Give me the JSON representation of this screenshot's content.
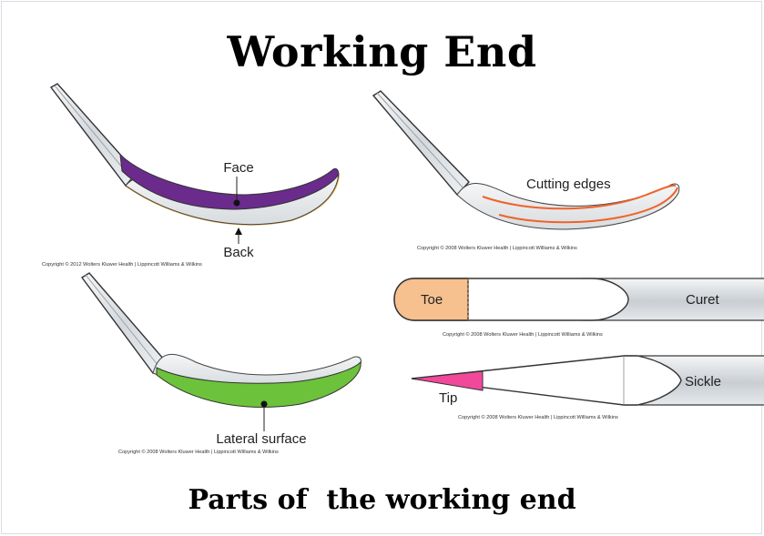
{
  "title": "Working End",
  "subtitle": "Parts of  the working end",
  "panels": {
    "face_back": {
      "face_label": "Face",
      "back_label": "Back",
      "copyright": "Copyright © 2012 Wolters Kluwer Health | Lippincott Williams & Wilkins"
    },
    "cutting_edges": {
      "label": "Cutting edges",
      "copyright": "Copyright © 2008 Wolters Kluwer Health | Lippincott Williams & Wilkins"
    },
    "lateral_surface": {
      "label": "Lateral surface",
      "copyright": "Copyright © 2008 Wolters Kluwer Health | Lippincott Williams & Wilkins"
    },
    "curet": {
      "toe_label": "Toe",
      "curet_label": "Curet",
      "copyright": "Copyright © 2008 Wolters Kluwer Health | Lippincott Williams & Wilkins"
    },
    "sickle": {
      "tip_label": "Tip",
      "sickle_label": "Sickle",
      "copyright": "Copyright © 2008 Wolters Kluwer Health | Lippincott Williams & Wilkins"
    }
  },
  "colors": {
    "face": "#6a2b8c",
    "back": "#e8a637",
    "cutting_edges": "#f0622a",
    "lateral_surface": "#6cc23a",
    "toe": "#f6c08f",
    "tip": "#f2489a"
  }
}
